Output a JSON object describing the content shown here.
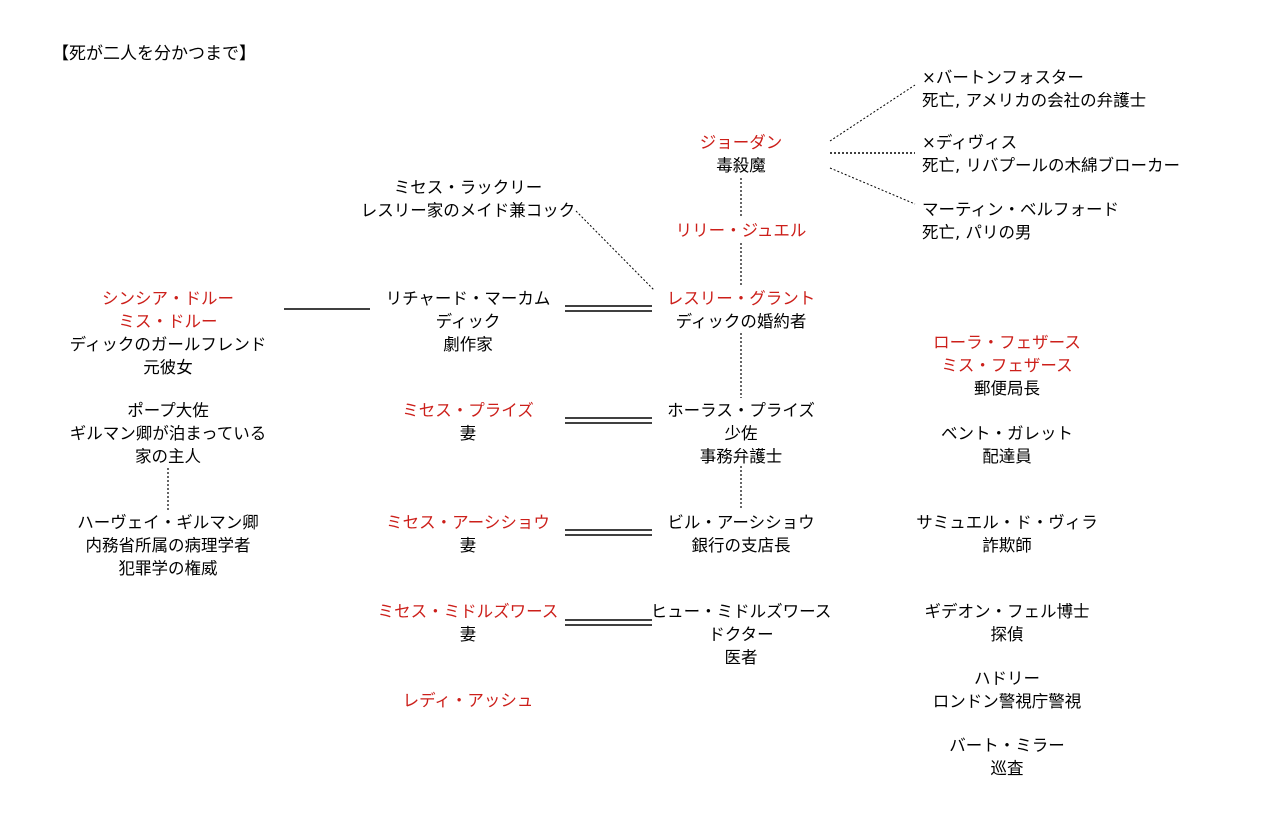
{
  "title": "【死が二人を分かつまで】",
  "colors": {
    "victim_red": "#cc1f1a",
    "text": "#000000",
    "connector": "#000000"
  },
  "characters": {
    "jordan": {
      "name": "ジョーダン",
      "desc": "毒殺魔"
    },
    "lily_jewel": {
      "name": "リリー・ジュエル"
    },
    "lesley_grant": {
      "name": "レスリー・グラント",
      "desc": "ディックの婚約者"
    },
    "burton_foster": {
      "name": "×バートンフォスター",
      "desc": "死亡, アメリカの会社の弁護士"
    },
    "divis": {
      "name": "×ディヴィス",
      "desc": "死亡, リバプールの木綿ブローカー"
    },
    "martin_belford": {
      "name": "マーティン・ベルフォード",
      "desc": "死亡, パリの男"
    },
    "mrs_rackley": {
      "name": "ミセス・ラックリー",
      "desc": "レスリー家のメイド兼コック"
    },
    "richard_markham": {
      "name": "リチャード・マーカム",
      "alias": "ディック",
      "desc": "劇作家"
    },
    "cynthia_drew": {
      "name": "シンシア・ドルー",
      "alias": "ミス・ドルー",
      "desc": "ディックのガールフレンド",
      "desc2": "元彼女"
    },
    "pope": {
      "name": "ポープ大佐",
      "desc": "ギルマン卿が泊まっている",
      "desc2": "家の主人"
    },
    "harvey_gilman": {
      "name": "ハーヴェイ・ギルマン卿",
      "desc": "内務省所属の病理学者",
      "desc2": "犯罪学の権威"
    },
    "mrs_price": {
      "name": "ミセス・プライズ",
      "desc": "妻"
    },
    "horace_price": {
      "name": "ホーラス・プライズ",
      "title": "少佐",
      "desc": "事務弁護士"
    },
    "mrs_ashiou": {
      "name": "ミセス・アーシショウ",
      "desc": "妻"
    },
    "bill_ashiou": {
      "name": "ビル・アーシショウ",
      "desc": "銀行の支店長"
    },
    "mrs_middleswords": {
      "name": "ミセス・ミドルズワース",
      "desc": "妻"
    },
    "hugh_middleswords": {
      "name": "ヒュー・ミドルズワース",
      "title": "ドクター",
      "desc": "医者"
    },
    "lady_ash": {
      "name": "レディ・アッシュ"
    },
    "laura_feathers": {
      "name": "ローラ・フェザース",
      "alias": "ミス・フェザース",
      "desc": "郵便局長"
    },
    "bent_garrett": {
      "name": "ベント・ガレット",
      "desc": "配達員"
    },
    "samuel_devilla": {
      "name": "サミュエル・ド・ヴィラ",
      "desc": "詐欺師"
    },
    "gideon_fell": {
      "name": "ギデオン・フェル博士",
      "desc": "探偵"
    },
    "hadley": {
      "name": "ハドリー",
      "desc": "ロンドン警視庁警視"
    },
    "bert_miller": {
      "name": "バート・ミラー",
      "desc": "巡査"
    }
  }
}
